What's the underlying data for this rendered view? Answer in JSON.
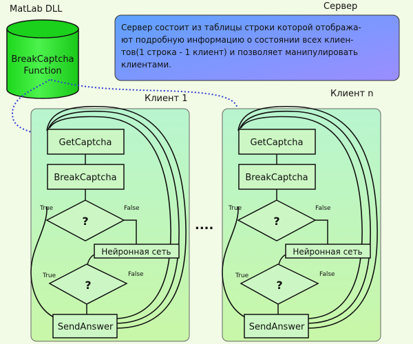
{
  "colors": {
    "background": "#f2fbe6",
    "cylinder_fill": "#2ee82e",
    "cylinder_top": "#1bd11b",
    "panel_top": "#b8f5cf",
    "panel_bottom": "#c9f7a8",
    "box_fill": "#ccf7c4",
    "box_stroke": "#111111",
    "callout_top": "#5ea2ff",
    "callout_bottom": "#9b8dff",
    "dotted_link": "#2d3dd6"
  },
  "icons": {
    "database": "database-icon",
    "decision": "decision-diamond-icon"
  },
  "matlab": {
    "title": "MatLab DLL",
    "line1": "BreakCaptcha",
    "line2": "Function"
  },
  "server": {
    "title": "Сервер",
    "desc": [
      "Сервер состоит из таблицы строки которой отобража-",
      "ют  подробную информацию о состоянии всех клиен-",
      "тов(1 строка - 1 клиент) и позволяет манипулировать",
      "клиентами."
    ]
  },
  "dots_separator": "....",
  "clients": [
    {
      "title": "Клиент 1",
      "get_captcha": "GetCaptcha",
      "break_captcha": "BreakCaptcha",
      "neural_net": "Нейронная сеть",
      "send_answer": "SendAnswer",
      "decision_1": "?",
      "decision_2": "?",
      "true_1": "True",
      "false_1": "False",
      "true_2": "True",
      "false_2": "False"
    },
    {
      "title": "Клиент n",
      "get_captcha": "GetCaptcha",
      "break_captcha": "BreakCaptcha",
      "neural_net": "Нейронная сеть",
      "send_answer": "SendAnswer",
      "decision_1": "?",
      "decision_2": "?",
      "true_1": "True",
      "false_1": "False",
      "true_2": "True",
      "false_2": "False"
    }
  ]
}
